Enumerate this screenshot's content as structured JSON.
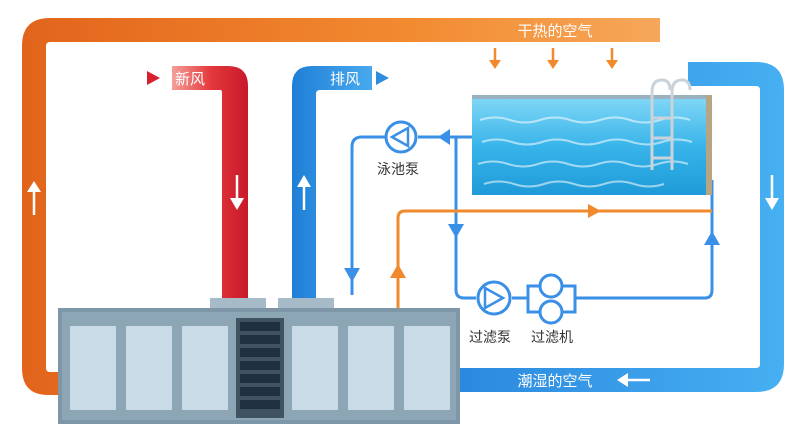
{
  "labels": {
    "dry_hot_air": "干热的空气",
    "fresh_air": "新风",
    "exhaust_air": "排风",
    "pool_pump": "泳池泵",
    "filter_pump": "过滤泵",
    "filter": "过滤机",
    "humid_air": "潮湿的空气"
  },
  "colors": {
    "orange": "#f08a2c",
    "orange_dark": "#e06a1a",
    "red": "#d8202f",
    "blue": "#2f8de0",
    "light_blue": "#3aa8ee",
    "unit_frame": "#7e97a8",
    "unit_panel": "#c9dbe6",
    "water": "#4cc4ee",
    "label_text": "#333333",
    "label_on_color": "#ffffff"
  }
}
